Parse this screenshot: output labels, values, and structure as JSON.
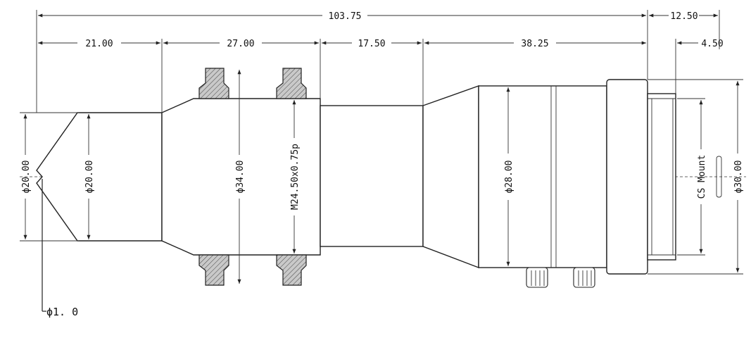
{
  "dimensions": {
    "overall_length": "103.75",
    "mount_length": "12.50",
    "seg_1": "21.00",
    "seg_2": "27.00",
    "seg_3": "17.50",
    "seg_4": "38.25",
    "mount_offset": "4.50"
  },
  "diameters": {
    "front_outer": "ϕ20.00",
    "front_inner": "ϕ20.00",
    "clamp": "ϕ34.00",
    "thread": "M24.50x0.75p",
    "focus_barrel": "ϕ28.00",
    "mount_label": "CS Mount",
    "mount_diameter": "ϕ30.00"
  },
  "callouts": {
    "pinhole": "ϕ1. 0"
  }
}
